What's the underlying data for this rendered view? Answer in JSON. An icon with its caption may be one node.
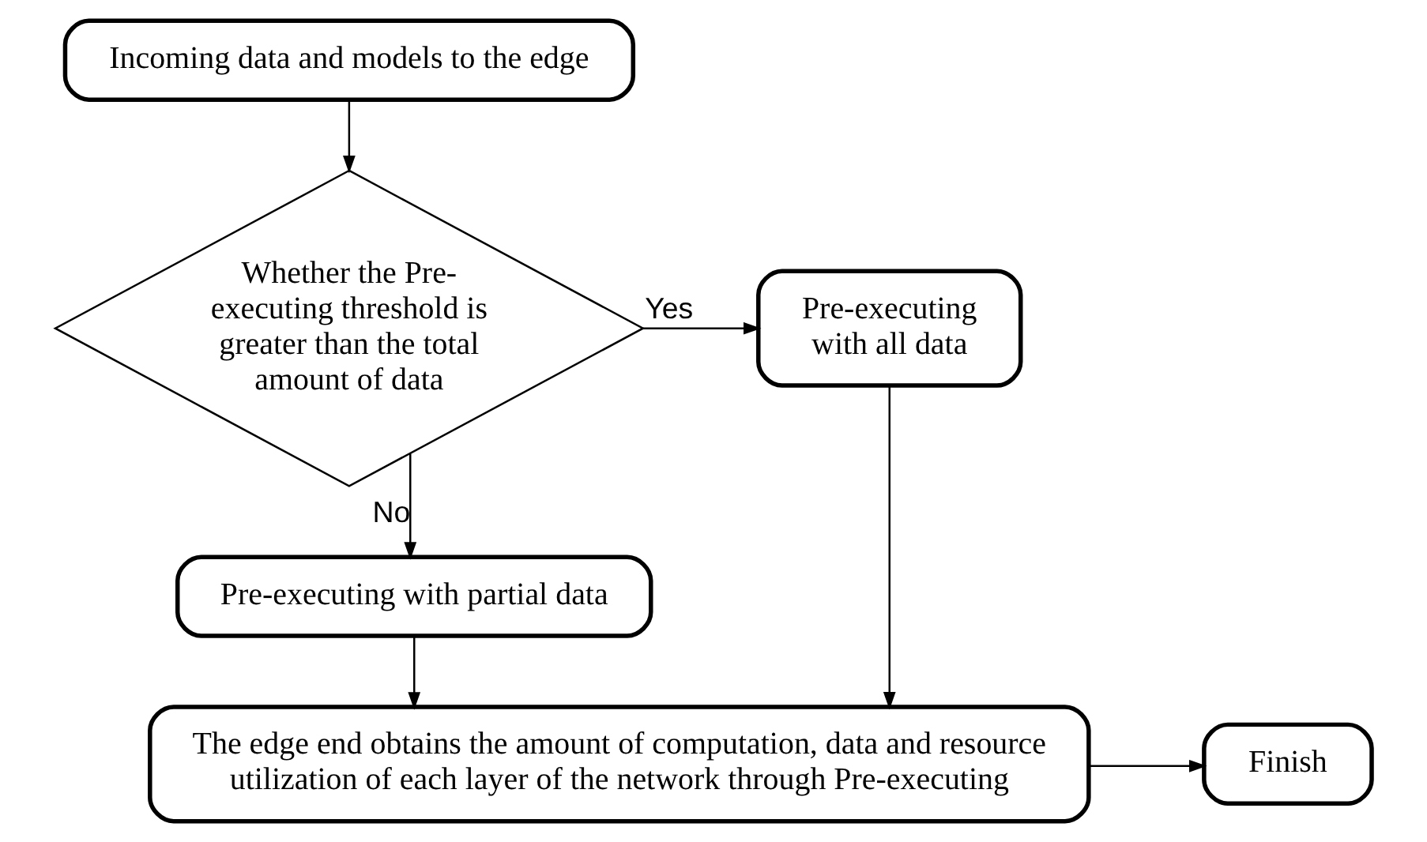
{
  "diagram": {
    "nodes": [
      {
        "text": [
          "Incoming data and models to the edge"
        ]
      },
      {
        "text": [
          "Whether the Pre-executing threshold is greater than the total amount of data"
        ]
      },
      {
        "text": [
          "Pre-executing with all data"
        ]
      },
      {
        "text": [
          "Pre-executing with partial data"
        ]
      },
      {
        "text": [
          "The edge end obtains the amount of computation, data and resource utilization of each layer of the network through Pre-executing"
        ]
      },
      {
        "text": [
          "Finish"
        ]
      }
    ],
    "edges": [
      {
        "from": 0,
        "to": 1,
        "arrow": "to"
      },
      {
        "from": 1,
        "to": 2,
        "arrow": "to",
        "label": "Yes"
      },
      {
        "from": 1,
        "to": 3,
        "arrow": "to",
        "label": "No"
      },
      {
        "from": 2,
        "to": 4,
        "arrow": "to"
      },
      {
        "from": 3,
        "to": 4,
        "arrow": "to"
      },
      {
        "from": 4,
        "to": 5,
        "arrow": "to"
      }
    ]
  }
}
